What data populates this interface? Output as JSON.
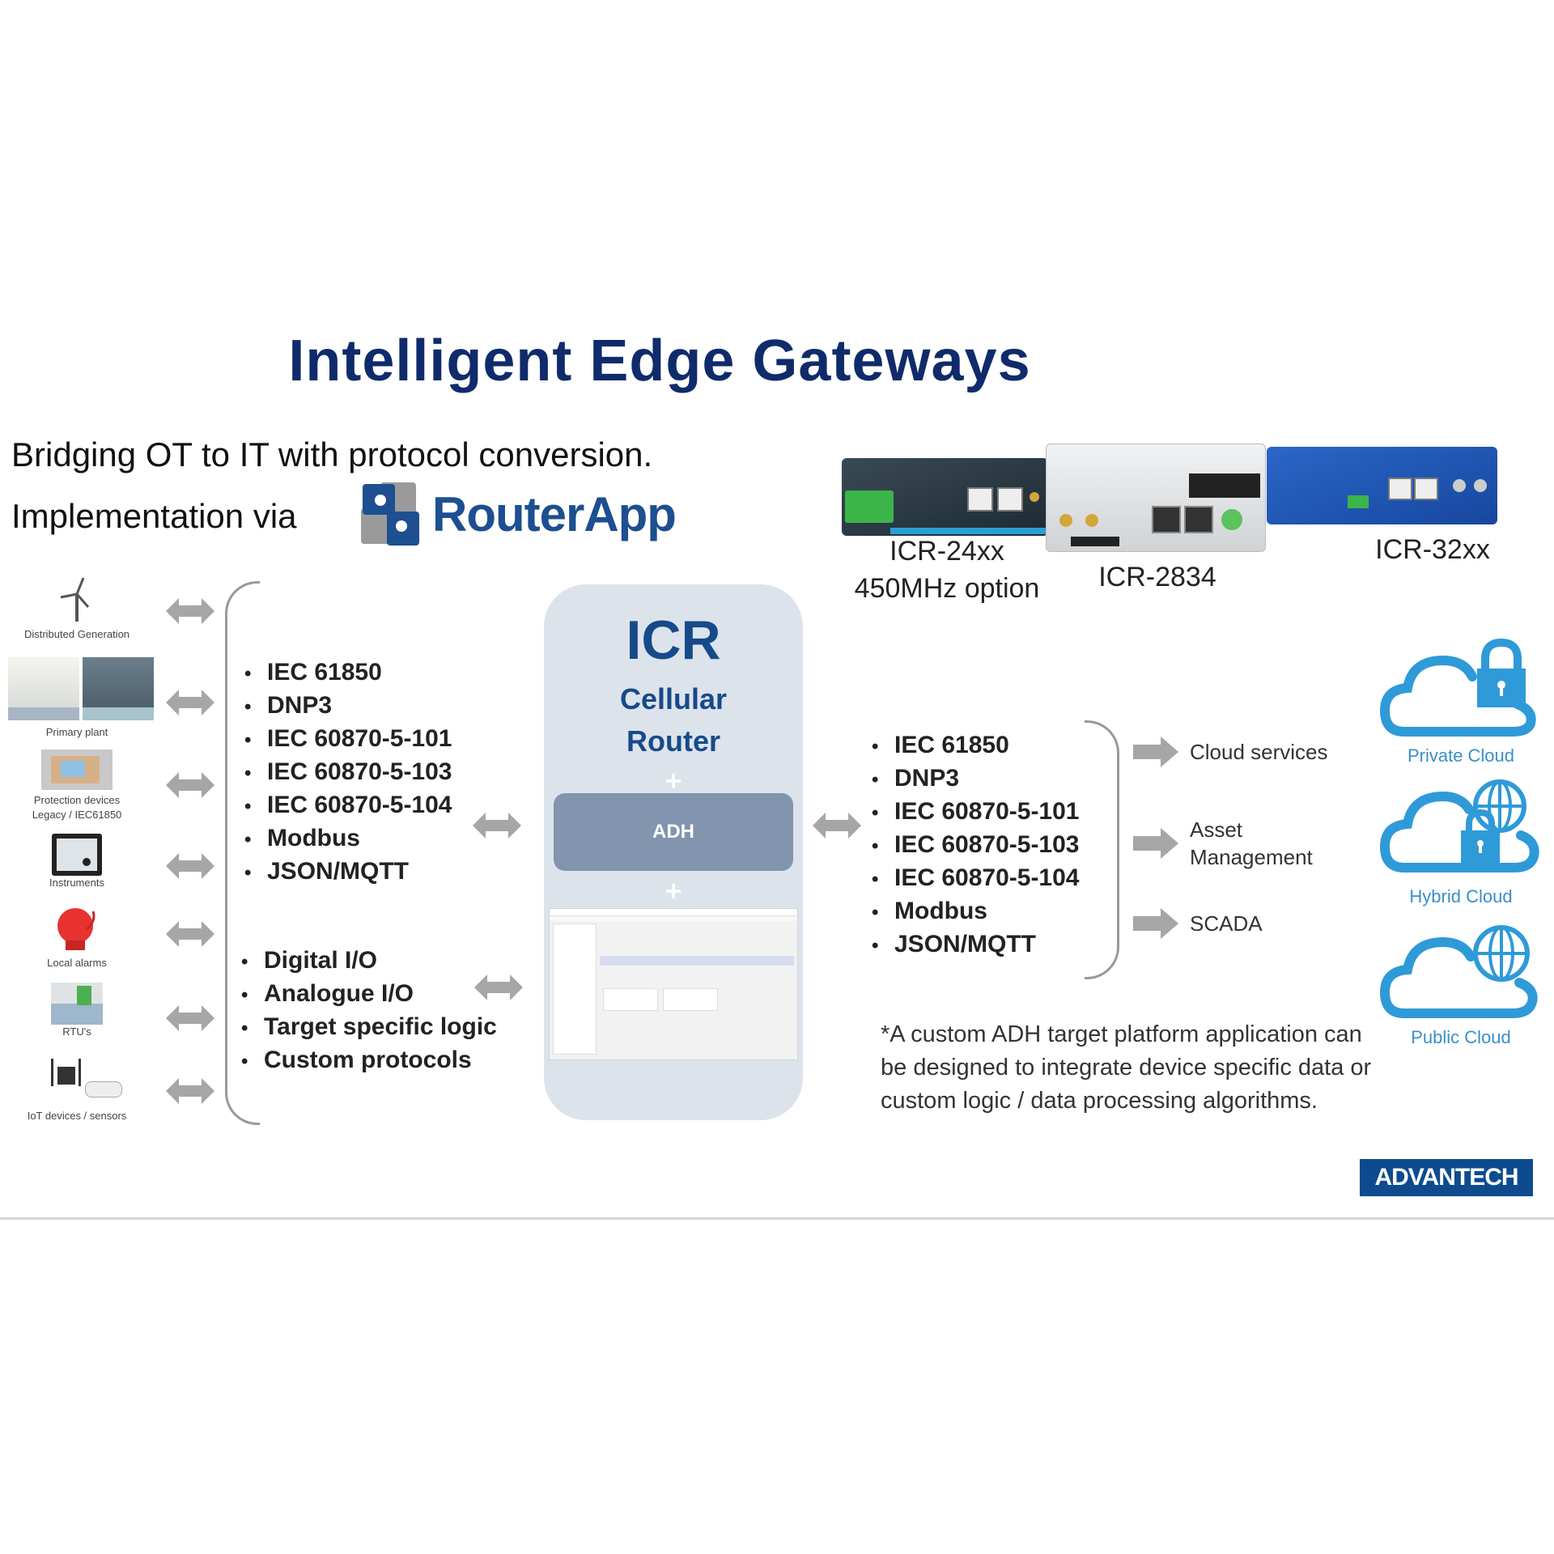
{
  "title": "Intelligent Edge Gateways",
  "subtitle_line1": "Bridging OT to IT with protocol conversion.",
  "subtitle_line2": "Implementation via",
  "routerapp_logo": "RouterApp",
  "products": [
    {
      "name": "ICR-24xx",
      "note": "450MHz option"
    },
    {
      "name": "ICR-2834"
    },
    {
      "name": "ICR-32xx"
    }
  ],
  "field_devices": [
    {
      "label": "Distributed Generation",
      "icon": "wind-turbine-icon"
    },
    {
      "label": "Primary plant",
      "icon": "substation-icon"
    },
    {
      "label": "Protection devices",
      "sublabel": "Legacy / IEC61850",
      "icon": "protection-relay-icon"
    },
    {
      "label": "Instruments",
      "icon": "meter-icon"
    },
    {
      "label": "Local alarms",
      "icon": "alarm-bell-icon"
    },
    {
      "label": "RTU's",
      "icon": "rtu-icon"
    },
    {
      "label": "IoT devices / sensors",
      "icon": "iot-sensors-icon"
    }
  ],
  "left_protocols": [
    "IEC 61850",
    "DNP3",
    "IEC 60870-5-101",
    "IEC 60870-5-103",
    "IEC 60870-5-104",
    "Modbus",
    "JSON/MQTT"
  ],
  "left_io": [
    "Digital I/O",
    "Analogue I/O",
    "Target specific logic",
    "Custom protocols"
  ],
  "icr": {
    "title": "ICR",
    "subtitle_line1": "Cellular",
    "subtitle_line2": "Router",
    "plus": "+",
    "adh_label": "ADH"
  },
  "right_protocols": [
    "IEC 61850",
    "DNP3",
    "IEC 60870-5-101",
    "IEC 60870-5-103",
    "IEC 60870-5-104",
    "Modbus",
    "JSON/MQTT"
  ],
  "outputs": [
    {
      "label": "Cloud services"
    },
    {
      "label_line1": "Asset",
      "label_line2": "Management"
    },
    {
      "label": "SCADA"
    }
  ],
  "clouds": [
    {
      "label": "Private Cloud",
      "icon": "private-cloud-icon"
    },
    {
      "label": "Hybrid Cloud",
      "icon": "hybrid-cloud-icon"
    },
    {
      "label": "Public Cloud",
      "icon": "public-cloud-icon"
    }
  ],
  "footnote": "*A custom ADH target platform application can be designed to integrate device specific data or custom logic / data processing algorithms.",
  "brand_logo": "ADVANTECH",
  "colors": {
    "title": "#0f2b6b",
    "icr_blue": "#164a8a",
    "icr_box": "#dde3eb",
    "adh_box": "#8294ae",
    "cloud_blue": "#2f9ad8",
    "brand_blue": "#0d4b8e"
  }
}
